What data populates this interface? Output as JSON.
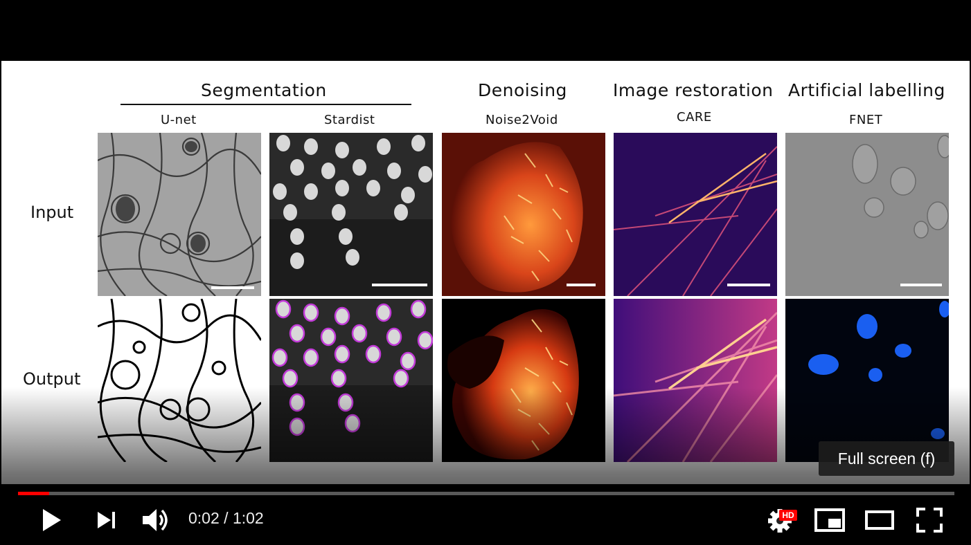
{
  "slide": {
    "group_headers": {
      "segmentation": "Segmentation",
      "denoising": "Denoising",
      "restoration": "Image restoration",
      "labelling": "Artificial labelling"
    },
    "methods": {
      "unet": "U-net",
      "stardist": "Stardist",
      "n2v": "Noise2Void",
      "care": "CARE",
      "fnet": "FNET"
    },
    "rows": {
      "input": "Input",
      "output": "Output"
    }
  },
  "player": {
    "current_time": "0:02",
    "separator": " / ",
    "duration": "1:02",
    "progress_fraction": 0.033,
    "quality_badge": "HD",
    "tooltip": "Full screen (f)",
    "colors": {
      "progress": "#ff0000",
      "hd_badge": "#ff0000",
      "icons": "#ffffff"
    },
    "icons": [
      "play-icon",
      "next-icon",
      "volume-icon",
      "settings-icon",
      "miniplayer-icon",
      "theater-icon",
      "fullscreen-icon"
    ]
  }
}
